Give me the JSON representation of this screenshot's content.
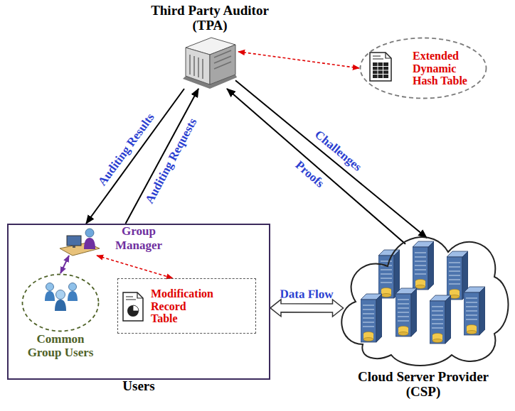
{
  "diagram": {
    "nodes": [
      {
        "text": [
          "Third Party Auditor (TPA)"
        ]
      },
      {
        "text": [
          "Extended Dynamic Hash Table"
        ]
      },
      {
        "text": [
          "Users"
        ]
      },
      {
        "text": [
          "Group Manager"
        ],
        "in": 2
      },
      {
        "text": [
          "Common Group Users"
        ],
        "in": 2
      },
      {
        "text": [
          "Modification Record Table"
        ],
        "in": 2
      },
      {
        "text": [
          "Cloud Server Provider (CSP)"
        ]
      }
    ],
    "edges": [
      {
        "from": 0,
        "to": 2,
        "label": "Auditing Results",
        "arrow": "to"
      },
      {
        "from": 2,
        "to": 0,
        "label": "Auditing Requests",
        "arrow": "to"
      },
      {
        "from": 0,
        "to": 6,
        "label": "Challenges",
        "arrow": "to"
      },
      {
        "from": 6,
        "to": 0,
        "label": "Proofs",
        "arrow": "to"
      },
      {
        "from": 0,
        "to": 1,
        "arrow": "both"
      },
      {
        "from": 3,
        "to": 4,
        "arrow": "both"
      },
      {
        "from": 3,
        "to": 5,
        "arrow": "both"
      },
      {
        "from": 2,
        "to": 6,
        "label": "Data Flow",
        "arrow": "both"
      }
    ]
  }
}
